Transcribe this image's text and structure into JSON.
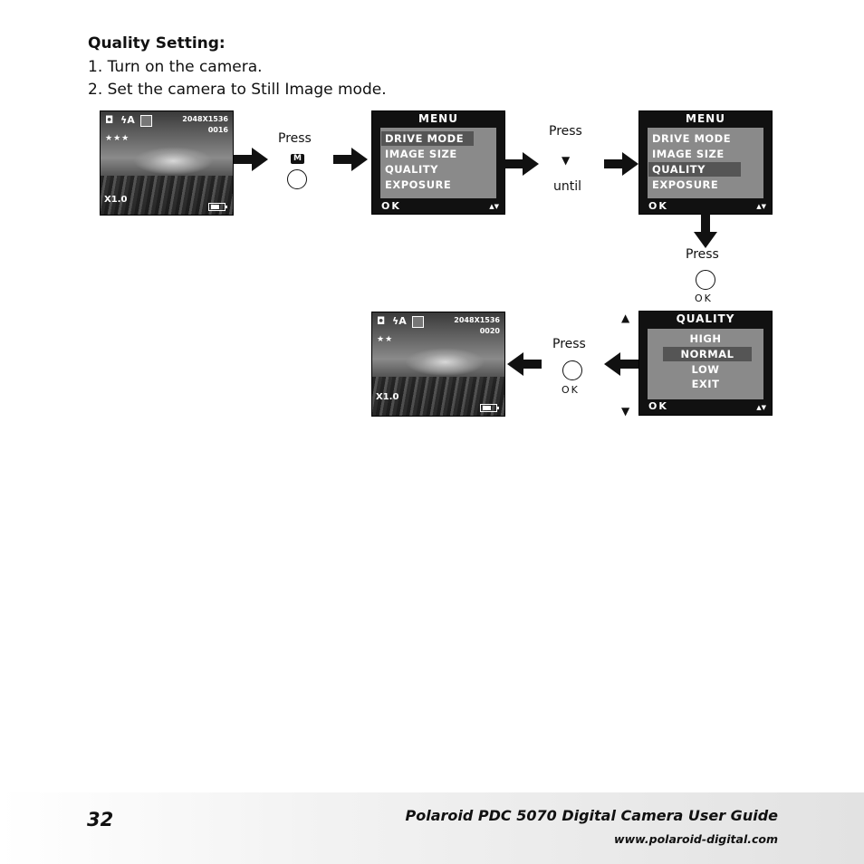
{
  "heading": "Quality Setting:",
  "steps": [
    "1. Turn on the camera.",
    "2. Set the camera to Still Image mode."
  ],
  "preview_before": {
    "resolution": "2048X1536",
    "count": "0016",
    "stars": "★★★",
    "zoom": "X1.0"
  },
  "preview_after": {
    "resolution": "2048X1536",
    "count": "0020",
    "stars": "★★",
    "zoom": "X1.0"
  },
  "menu1": {
    "title": "MENU",
    "items": [
      "DRIVE MODE",
      "IMAGE SIZE",
      "QUALITY",
      "EXPOSURE"
    ],
    "ok": "OK"
  },
  "menu2": {
    "title": "MENU",
    "items": [
      "DRIVE MODE",
      "IMAGE SIZE",
      "QUALITY",
      "EXPOSURE"
    ],
    "ok": "OK"
  },
  "quality_menu": {
    "title": "QUALITY",
    "items": [
      "HIGH",
      "NORMAL",
      "LOW",
      "EXIT"
    ],
    "ok": "OK"
  },
  "labels": {
    "press": "Press",
    "until": "until",
    "m_button": "M",
    "ok_button": "OK"
  },
  "footer": {
    "page_number": "32",
    "guide_title": "Polaroid PDC 5070 Digital Camera User Guide",
    "url": "www.polaroid-digital.com"
  }
}
